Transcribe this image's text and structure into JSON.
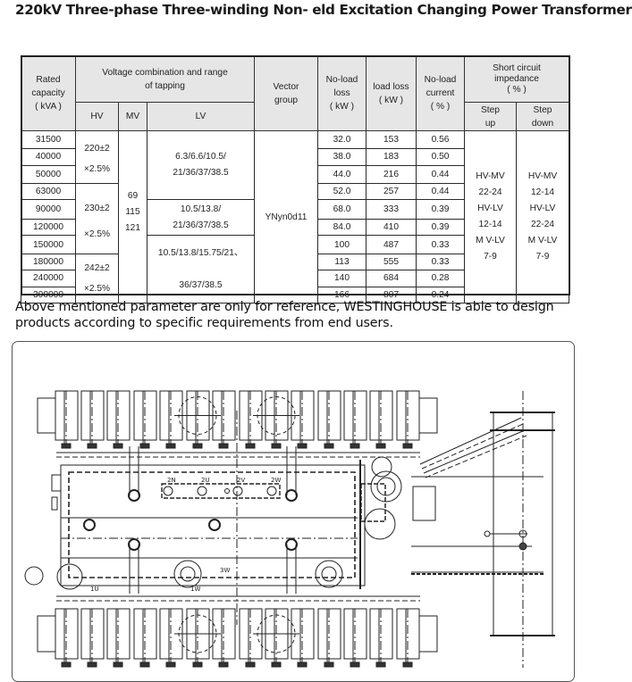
{
  "title": "220kV Three-phase Three-winding Non- eld Excitation Changing Power Transformer",
  "table": {
    "headers": {
      "rated_capacity": [
        "Rated",
        "capacity",
        "( kVA )"
      ],
      "voltage_group": [
        "Voltage combination and range",
        "of tapping"
      ],
      "hv": "HV",
      "mv": "MV",
      "lv": "LV",
      "vector_group": [
        "Vector",
        "group"
      ],
      "no_load_loss": [
        "No-load",
        "loss",
        "( kW )"
      ],
      "load_loss": [
        "load loss",
        "( kW )"
      ],
      "no_load_current": [
        "No-load",
        "current",
        "( % )"
      ],
      "short_circuit": [
        "Short circuit",
        "impedance",
        "( % )"
      ],
      "step_up": [
        "Step",
        "up"
      ],
      "step_down": [
        "Step",
        "down"
      ]
    },
    "capacities": [
      "31500",
      "40000",
      "50000",
      "63000",
      "90000",
      "120000",
      "150000",
      "180000",
      "240000",
      "300000"
    ],
    "hv_groups": [
      {
        "lines": [
          "220±2",
          "×2.5%"
        ]
      },
      {
        "lines": [
          "230±2",
          "×2.5%"
        ]
      },
      {
        "lines": [
          "242±2",
          "×2.5%"
        ]
      }
    ],
    "mv_values": [
      "69",
      "115",
      "121"
    ],
    "lv_groups": [
      {
        "lines": [
          "6.3/6.6/10.5/",
          "21/36/37/38.5"
        ]
      },
      {
        "lines": [
          "10.5/13.8/",
          "21/36/37/38.5"
        ]
      },
      {
        "lines": [
          "10.5/13.8/15.75/21、",
          "36/37/38.5"
        ]
      }
    ],
    "vector_group": "YNyn0d11",
    "no_load_loss": [
      "32.0",
      "38.0",
      "44.0",
      "52.0",
      "68.0",
      "84.0",
      "100",
      "113",
      "140",
      "166"
    ],
    "load_loss": [
      "153",
      "183",
      "216",
      "257",
      "333",
      "410",
      "487",
      "555",
      "684",
      "807"
    ],
    "no_load_current": [
      "0.56",
      "0.50",
      "0.44",
      "0.44",
      "0.39",
      "0.39",
      "0.33",
      "0.33",
      "0.28",
      "0.24"
    ],
    "step_up": [
      "HV-MV",
      "22-24",
      "HV-LV",
      "12-14",
      "M V-LV",
      "7-9"
    ],
    "step_down": [
      "HV-MV",
      "12-14",
      "HV-LV",
      "22-24",
      "M V-LV",
      "7-9"
    ]
  },
  "note": "Above mentioned parameter are only for reference, WESTINGHOUSE is able to design products according to specific requirements from end users.",
  "drawing": {
    "description": "transformer outline drawing",
    "labels": {
      "2n": "2N",
      "2u": "2U",
      "2v": "2V",
      "2w": "2W",
      "1u": "1U",
      "1w": "1W",
      "3w": "3W"
    }
  }
}
